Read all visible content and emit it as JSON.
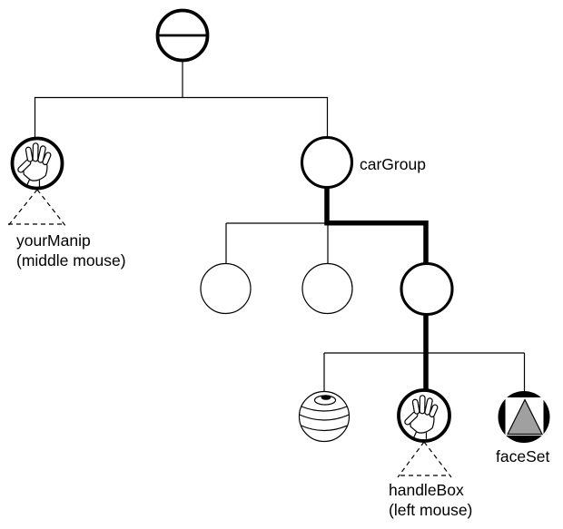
{
  "diagram": {
    "type": "scene-graph-tree",
    "highlighted_path": [
      "root",
      "carGroup",
      "group",
      "handleBox"
    ]
  },
  "colors": {
    "ink": "#000000",
    "background": "#ffffff",
    "faceset_triangle": "#a0a0a0"
  },
  "icons": {
    "separator-icon": "circle with horizontal bar",
    "hand-icon": "manipulator hand",
    "sphere-icon": "banded sphere",
    "faceset-icon": "gray triangle in white square on black disc",
    "dashed-triangle-icon": "dashed triangle pointer"
  },
  "nodes": {
    "root": {
      "icon": "separator-icon",
      "label": ""
    },
    "your_manip": {
      "icon": "hand-icon",
      "label": "yourManip",
      "sublabel": "(middle mouse)"
    },
    "car_group": {
      "label": "carGroup"
    },
    "group_child_left": {
      "label": ""
    },
    "group_child_middle": {
      "label": ""
    },
    "group_selected": {
      "label": ""
    },
    "sphere": {
      "icon": "sphere-icon",
      "label": ""
    },
    "handle_box": {
      "icon": "hand-icon",
      "label": "handleBox",
      "sublabel": "(left mouse)"
    },
    "face_set": {
      "icon": "faceset-icon",
      "label": "faceSet"
    }
  }
}
